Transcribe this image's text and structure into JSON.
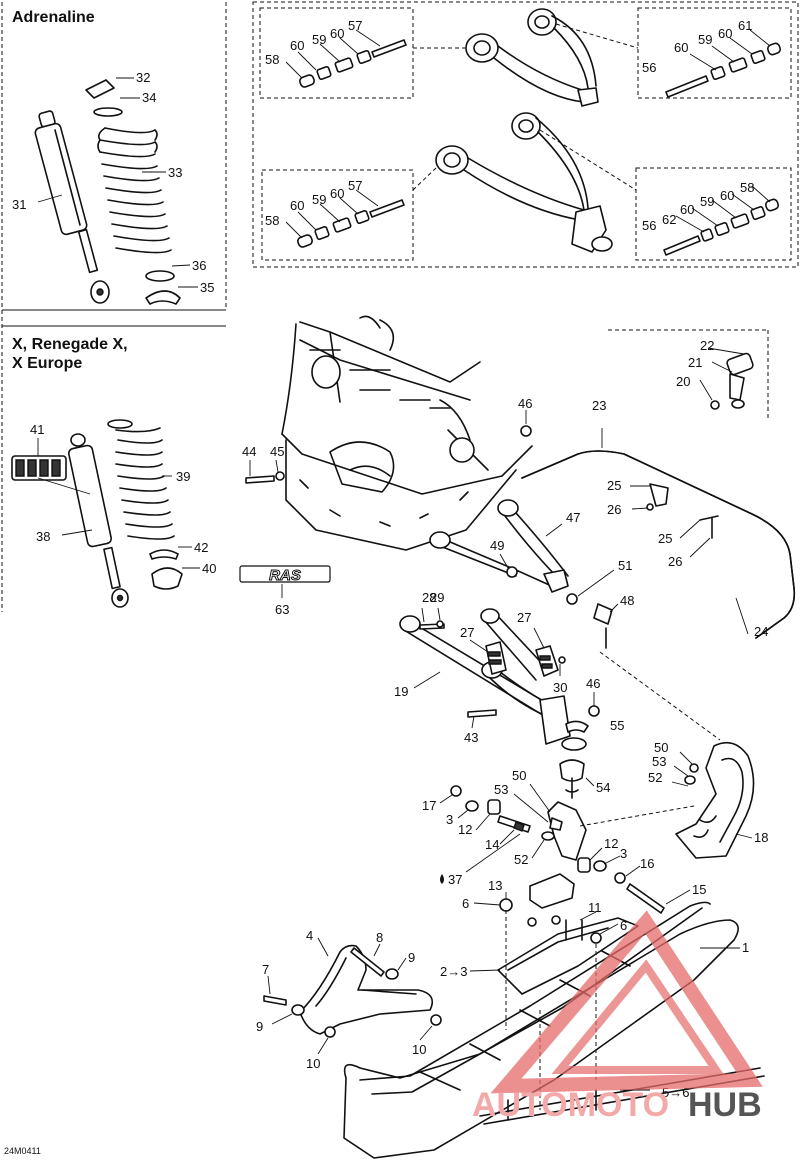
{
  "sections": {
    "adrenaline": "Adrenaline",
    "x_models_line1": "X, Renegade X,",
    "x_models_line2": "X Europe"
  },
  "diagram_code": "24M0411",
  "callouts": {
    "c31": "31",
    "c32": "32",
    "c33": "33",
    "c34": "34",
    "c35": "35",
    "c36": "36",
    "c38": "38",
    "c39": "39",
    "c40": "40",
    "c41": "41",
    "c42": "42",
    "c57a": "57",
    "c58a": "58",
    "c59a": "59",
    "c60a1": "60",
    "c60a2": "60",
    "c56b": "56",
    "c59b": "59",
    "c60b1": "60",
    "c60b2": "60",
    "c61b": "61",
    "c57c": "57",
    "c58c": "58",
    "c59c": "59",
    "c60c1": "60",
    "c60c2": "60",
    "c56d": "56",
    "c58d": "58",
    "c59d": "59",
    "c60d1": "60",
    "c60d2": "60",
    "c62d": "62",
    "c20": "20",
    "c21": "21",
    "c22": "22",
    "c23": "23",
    "c24": "24",
    "c25a": "25",
    "c25b": "25",
    "c26a": "26",
    "c26b": "26",
    "c44": "44",
    "c45": "45",
    "c46a": "46",
    "c46b": "46",
    "c47": "47",
    "c48": "48",
    "c49": "49",
    "c51": "51",
    "c63": "63",
    "c27a": "27",
    "c27b": "27",
    "c28": "28",
    "c29": "29",
    "c30": "30",
    "c19": "19",
    "c43": "43",
    "c55": "55",
    "c54": "54",
    "c18": "18",
    "c50a": "50",
    "c50b": "50",
    "c52a": "52",
    "c52b": "52",
    "c53a": "53",
    "c53b": "53",
    "c17": "17",
    "c3a": "3",
    "c3b": "3",
    "c12a": "12",
    "c12b": "12",
    "c14": "14",
    "c16": "16",
    "c15": "15",
    "c37": "37",
    "c13": "13",
    "c6a": "6",
    "c6b": "6",
    "c11": "11",
    "c1": "1",
    "c4": "4",
    "c8": "8",
    "c9a": "9",
    "c9b": "9",
    "c7": "7",
    "c10a": "10",
    "c10b": "10",
    "c23ref": "2→3",
    "c56ref": "5→6"
  },
  "rs_badge": "RAS",
  "watermark": {
    "part1": "AUTOMOTO",
    "part2": "HUB",
    "color1": "#f4a9a9",
    "color2": "#555555",
    "triangle_color": "#e46a6a"
  }
}
